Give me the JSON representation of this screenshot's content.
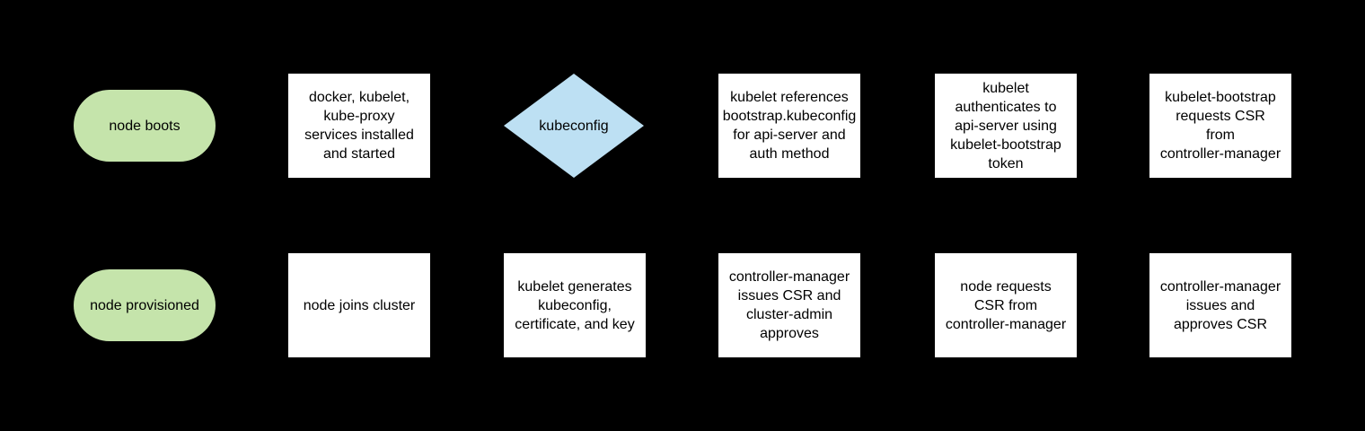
{
  "colors": {
    "canvas_bg": "#000000",
    "terminal_fill": "#c5e4ab",
    "decision_fill": "#bde0f3",
    "process_fill": "#ffffff",
    "text": "#000000"
  },
  "nodes": {
    "node_boots": {
      "shape": "terminal",
      "label": "node boots"
    },
    "services_installed": {
      "shape": "process",
      "label": "docker, kubelet,\nkube-proxy\nservices installed\nand started"
    },
    "kubeconfig_decision": {
      "shape": "decision",
      "label": "kubeconfig"
    },
    "kubelet_references": {
      "shape": "process",
      "label": "kubelet references\nbootstrap.kubeconfig\nfor api-server and\nauth method"
    },
    "kubelet_authenticates": {
      "shape": "process",
      "label": "kubelet\nauthenticates to\napi-server using\nkubelet-bootstrap\ntoken"
    },
    "bootstrap_requests_csr": {
      "shape": "process",
      "label": "kubelet-bootstrap\nrequests CSR\nfrom\ncontroller-manager"
    },
    "node_provisioned": {
      "shape": "terminal",
      "label": "node provisioned"
    },
    "node_joins_cluster": {
      "shape": "process",
      "label": "node joins cluster"
    },
    "kubelet_generates": {
      "shape": "process",
      "label": "kubelet generates\nkubeconfig,\ncertificate, and key"
    },
    "cm_issues_csr_admin_approves": {
      "shape": "process",
      "label": "controller-manager\nissues CSR and\ncluster-admin\napproves"
    },
    "node_requests_csr": {
      "shape": "process",
      "label": "node requests\nCSR from\ncontroller-manager"
    },
    "cm_issues_and_approves": {
      "shape": "process",
      "label": "controller-manager\nissues and\napproves CSR"
    }
  }
}
